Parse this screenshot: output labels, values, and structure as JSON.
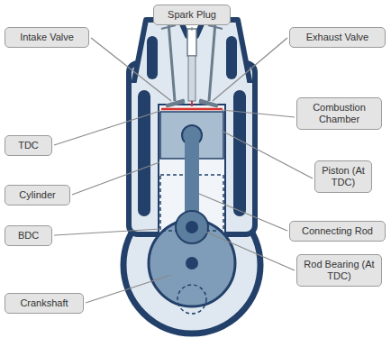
{
  "diagram": {
    "nodes": [
      {
        "text": [
          "Spark Plug"
        ]
      },
      {
        "text": [
          "Intake Valve"
        ]
      },
      {
        "text": [
          "Exhaust Valve"
        ]
      },
      {
        "text": [
          "TDC"
        ]
      },
      {
        "text": [
          "Combustion Chamber"
        ]
      },
      {
        "text": [
          "Piston (At TDC)"
        ]
      },
      {
        "text": [
          "Cylinder"
        ]
      },
      {
        "text": [
          "Connecting Rod"
        ]
      },
      {
        "text": [
          "BDC"
        ]
      },
      {
        "text": [
          "Rod Bearing (At TDC)"
        ]
      },
      {
        "text": [
          "Crankshaft"
        ]
      }
    ]
  }
}
